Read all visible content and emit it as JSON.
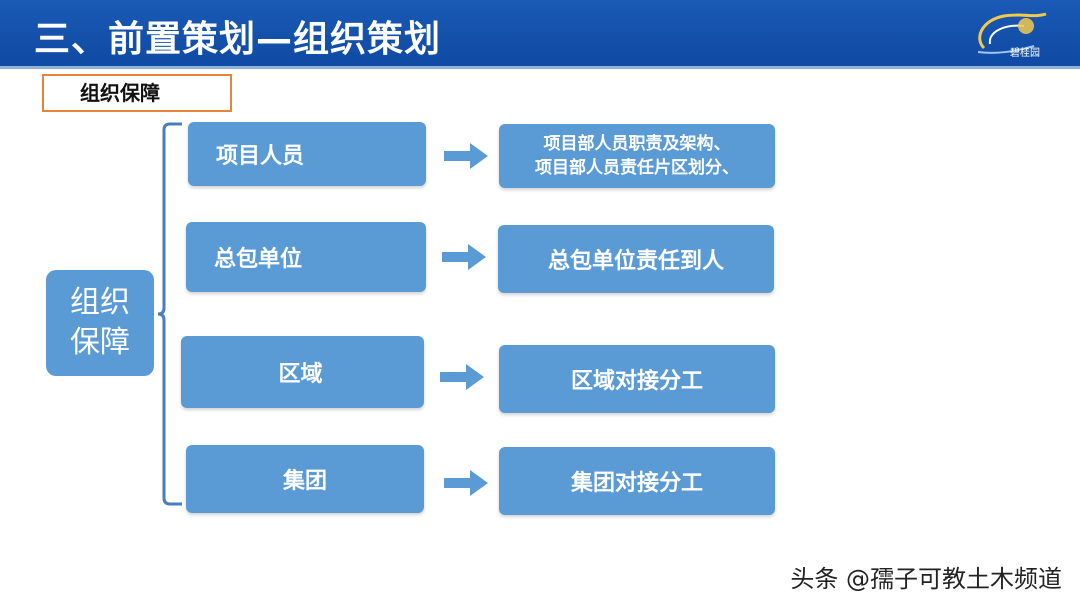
{
  "header": {
    "title": "三、前置策划—组织策划",
    "logo_text": "碧桂园",
    "background": "#1554ad"
  },
  "section_label": "组织保障",
  "diagram": {
    "root": {
      "line1": "组织",
      "line2": "保障"
    },
    "rows": [
      {
        "source": "项目人员",
        "target_lines": [
          "项目部人员职责及架构、",
          "项目部人员责任片区划分、"
        ]
      },
      {
        "source": "总包单位",
        "target_lines": [
          "总包单位责任到人"
        ]
      },
      {
        "source": "区域",
        "target_lines": [
          "区域对接分工"
        ]
      },
      {
        "source": "集团",
        "target_lines": [
          "集团对接分工"
        ]
      }
    ],
    "node_color": "#5b9bd5",
    "brace_color": "#4a7ebb"
  },
  "watermark": "头条 @孺子可教土木频道"
}
